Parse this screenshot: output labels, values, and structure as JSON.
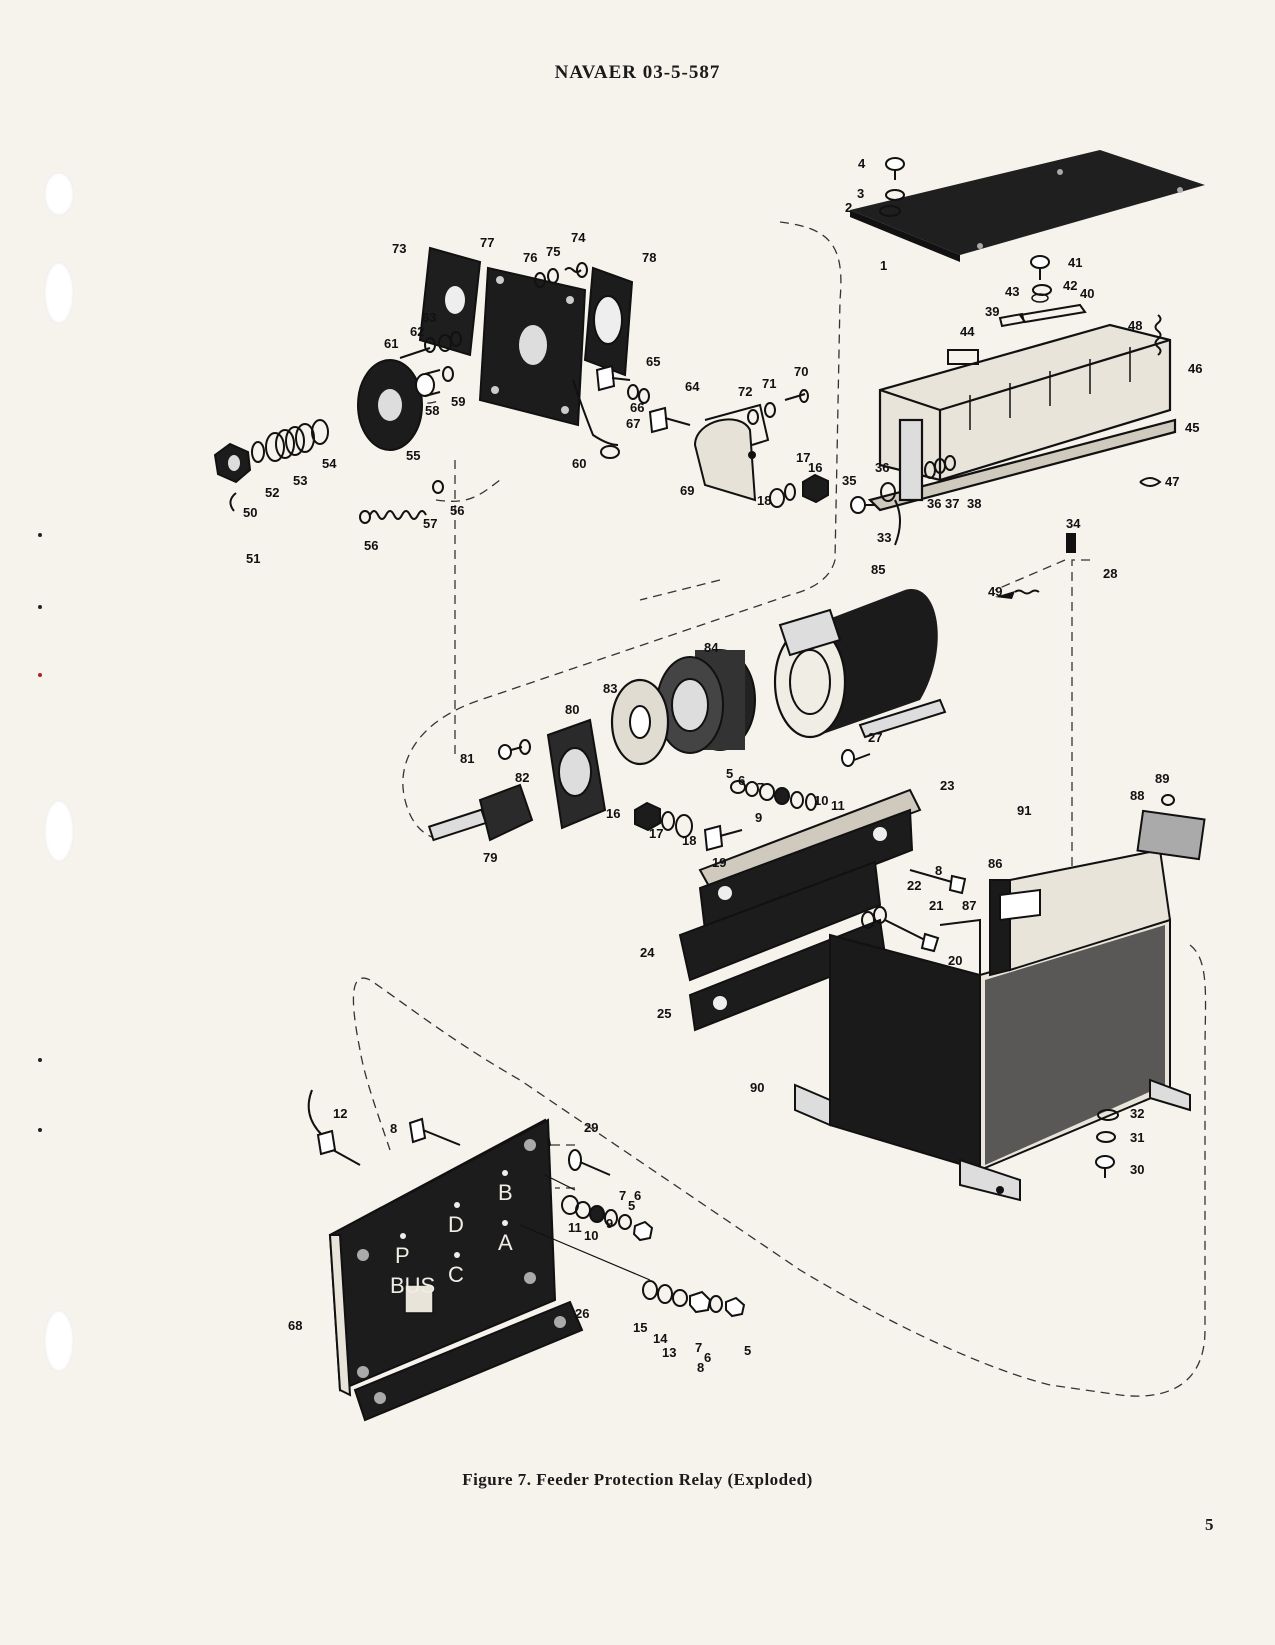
{
  "document": {
    "header": "NAVAER 03-5-587",
    "caption": "Figure 7.  Feeder Protection Relay (Exploded)",
    "page_number": "5"
  },
  "board_letters": [
    "P",
    "BUS",
    "D",
    "C",
    "B",
    "A"
  ],
  "callouts": [
    "1",
    "2",
    "3",
    "4",
    "5",
    "6",
    "7",
    "8",
    "9",
    "10",
    "11",
    "12",
    "13",
    "14",
    "15",
    "16",
    "17",
    "18",
    "19",
    "20",
    "21",
    "22",
    "23",
    "24",
    "25",
    "26",
    "27",
    "28",
    "29",
    "30",
    "31",
    "32",
    "33",
    "34",
    "35",
    "36",
    "37",
    "38",
    "39",
    "40",
    "41",
    "42",
    "43",
    "44",
    "45",
    "46",
    "47",
    "48",
    "49",
    "50",
    "51",
    "52",
    "53",
    "54",
    "55",
    "56",
    "57",
    "58",
    "59",
    "60",
    "61",
    "62",
    "63",
    "64",
    "65",
    "66",
    "67",
    "68",
    "69",
    "70",
    "71",
    "72",
    "73",
    "74",
    "75",
    "76",
    "77",
    "78",
    "79",
    "80",
    "81",
    "82",
    "83",
    "84",
    "85",
    "86",
    "87",
    "88",
    "89",
    "90",
    "91"
  ]
}
